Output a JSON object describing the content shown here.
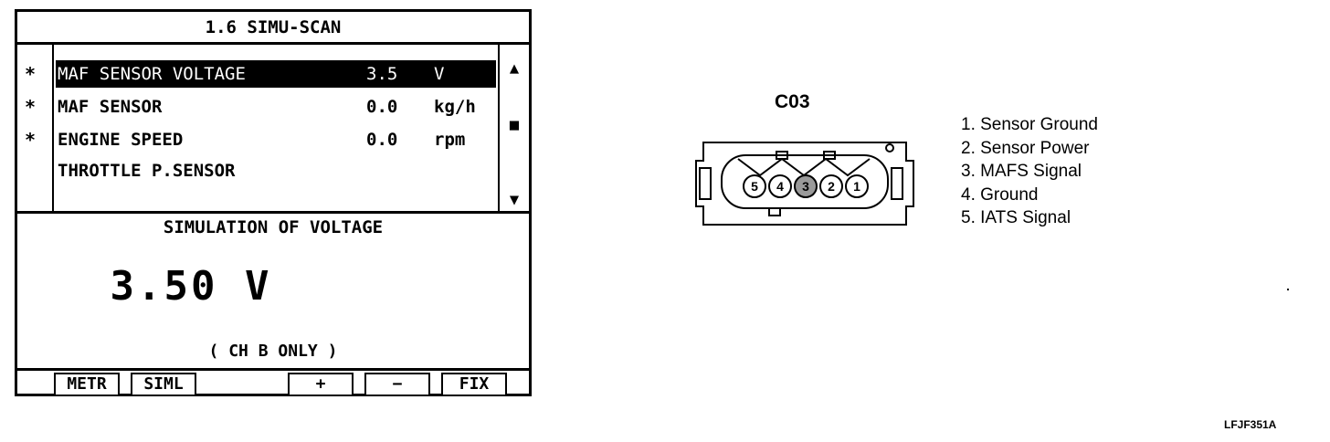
{
  "screen": {
    "title": "1.6 SIMU-SCAN",
    "rows": [
      {
        "marker": "*",
        "name": "MAF SENSOR VOLTAGE",
        "value": "3.5",
        "unit": "V",
        "selected": true
      },
      {
        "marker": "*",
        "name": "MAF SENSOR",
        "value": "0.0",
        "unit": "kg/h",
        "selected": false
      },
      {
        "marker": "*",
        "name": "ENGINE SPEED",
        "value": "0.0",
        "unit": "rpm",
        "selected": false
      },
      {
        "marker": "",
        "name": "THROTTLE P.SENSOR",
        "value": "",
        "unit": "",
        "selected": false
      }
    ],
    "scroll": {
      "up": "▲",
      "thumb": "■",
      "down": "▼"
    },
    "simulation": {
      "heading": "SIMULATION OF VOLTAGE",
      "value": "3.50 V",
      "note": "( CH B ONLY )"
    },
    "function_keys": {
      "metr": "METR",
      "siml": "SIML",
      "plus": "+",
      "minus": "−",
      "fix": "FIX"
    }
  },
  "connector": {
    "title": "C03",
    "pins": [
      {
        "number": "1",
        "label": "1. Sensor Ground"
      },
      {
        "number": "2",
        "label": "2. Sensor Power"
      },
      {
        "number": "3",
        "label": "3. MAFS Signal"
      },
      {
        "number": "4",
        "label": "4. Ground"
      },
      {
        "number": "5",
        "label": "5. IATS Signal"
      }
    ]
  },
  "figure_code": "LFJF351A"
}
